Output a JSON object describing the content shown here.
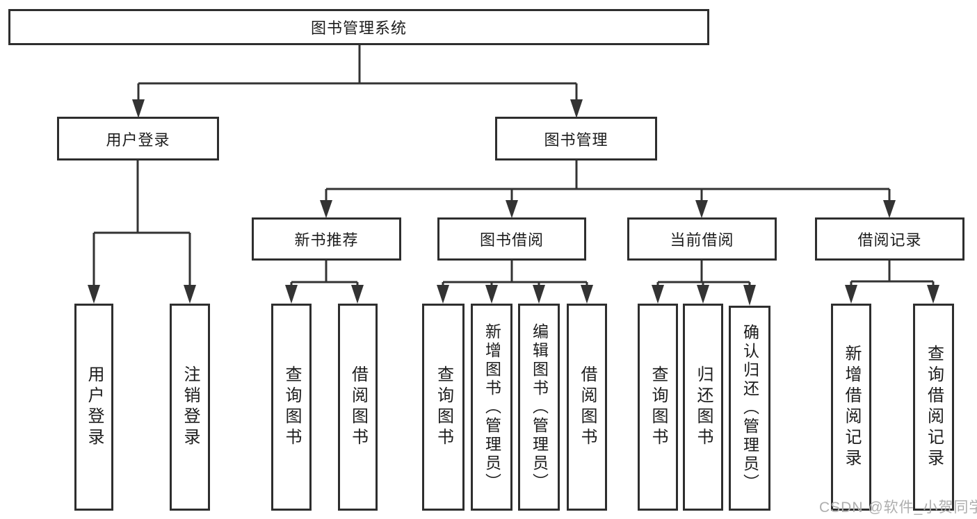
{
  "diagram": {
    "title": "图书管理系统",
    "branches": [
      {
        "label": "用户登录",
        "children": [
          "用户登录",
          "注销登录"
        ]
      },
      {
        "label": "图书管理",
        "sections": [
          {
            "label": "新书推荐",
            "children": [
              "查询图书",
              "借阅图书"
            ]
          },
          {
            "label": "图书借阅",
            "children": [
              "查询图书",
              "新增图书（管理员）",
              "编辑图书（管理员）",
              "借阅图书"
            ]
          },
          {
            "label": "当前借阅",
            "children": [
              "查询图书",
              "归还图书",
              "确认归还（管理员）"
            ]
          },
          {
            "label": "借阅记录",
            "children": [
              "新增借阅记录",
              "查询借阅记录"
            ]
          }
        ]
      }
    ],
    "line_color": "#333333",
    "border_color": "#2e2e2e",
    "text_color": "#1c1c1c"
  },
  "watermark": "CSDN @软件_小贺同学"
}
